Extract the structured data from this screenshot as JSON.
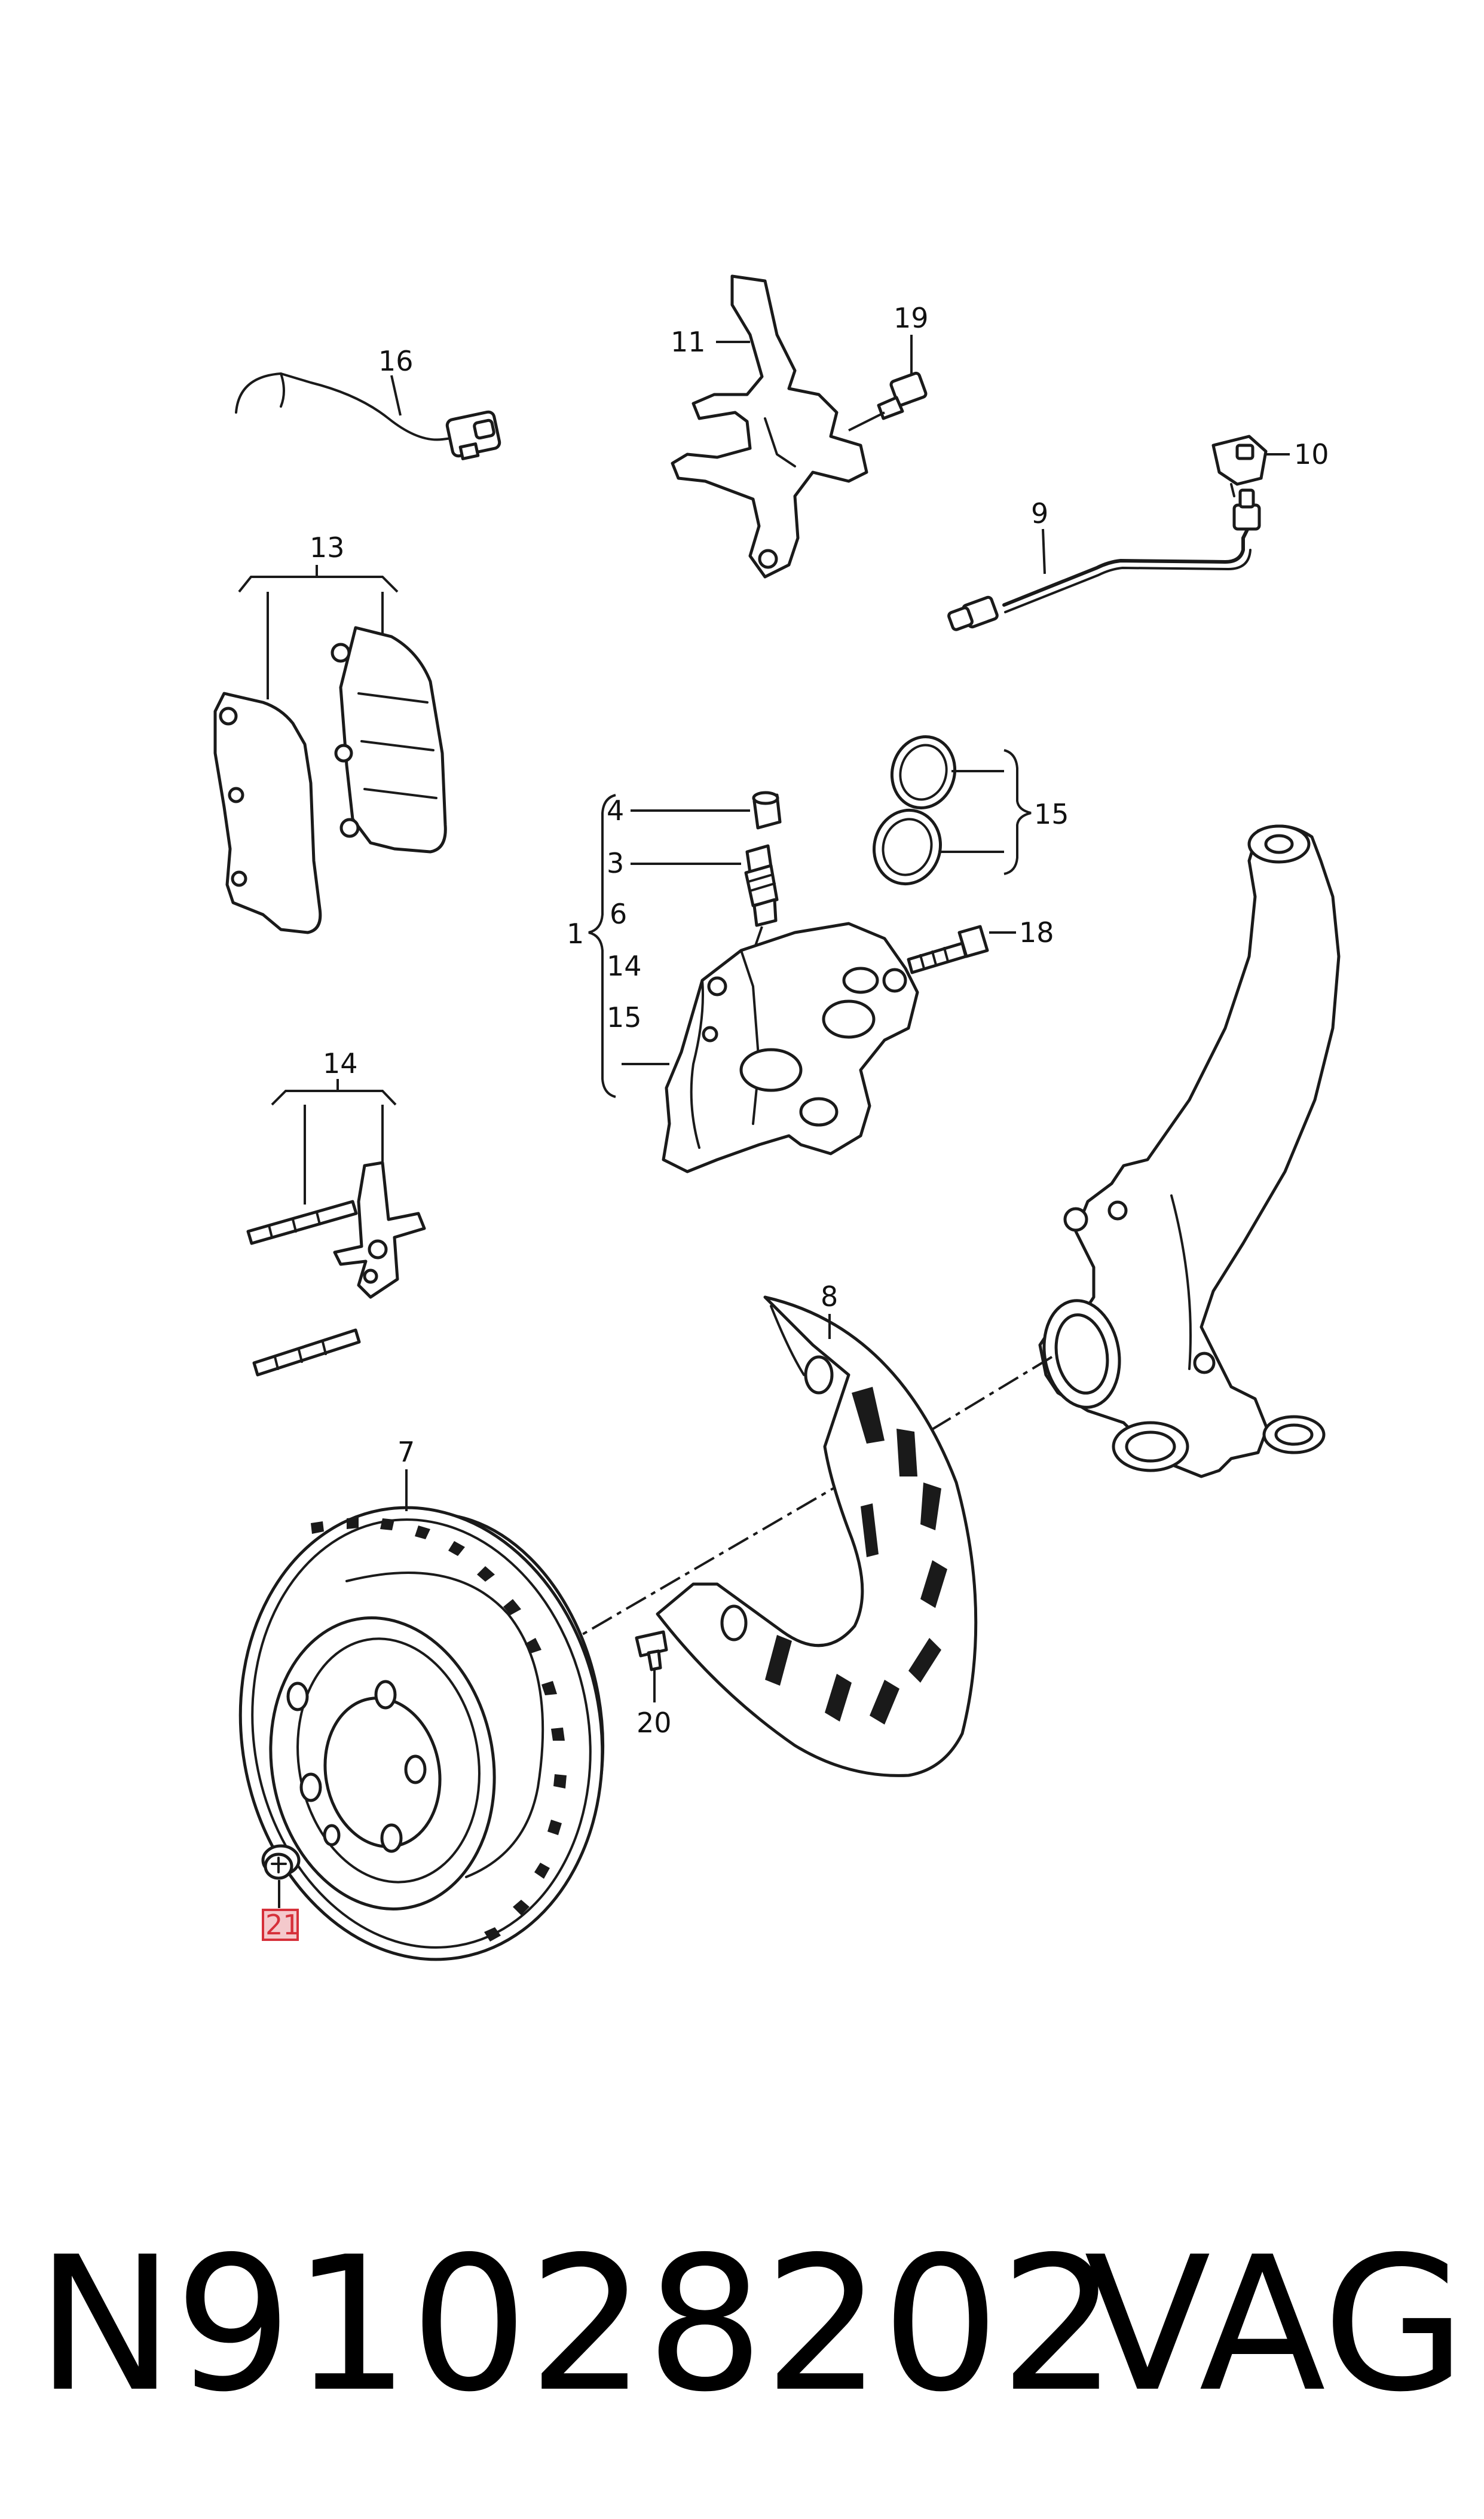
{
  "callouts": {
    "c1": "1",
    "c3": "3",
    "c4": "4",
    "c6": "6",
    "c7": "7",
    "c8": "8",
    "c9": "9",
    "c10": "10",
    "c11": "11",
    "c13": "13",
    "c14": "14",
    "c14b": "14",
    "c15": "15",
    "c15b": "15",
    "c16": "16",
    "c18": "18",
    "c19": "19",
    "c20": "20",
    "c21": "21"
  },
  "highlight_color": "#d6303a",
  "footer": {
    "part_number": "N91028202",
    "brand": "VAG"
  }
}
